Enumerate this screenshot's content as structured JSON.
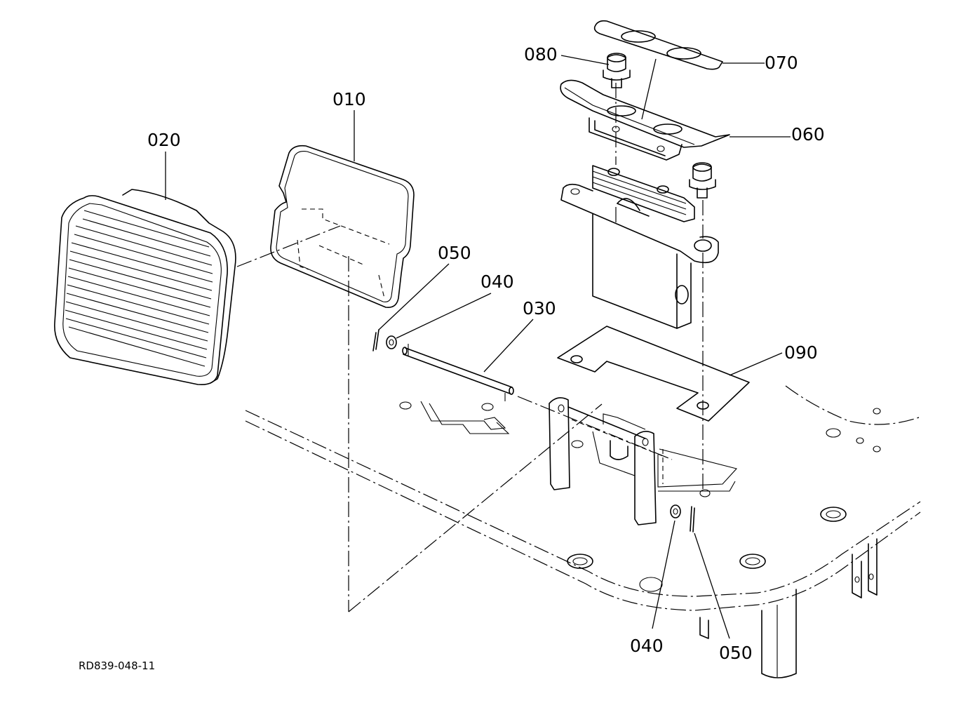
{
  "drawing_code": "RD839-048-11",
  "labels": {
    "p010": "010",
    "p020": "020",
    "p030": "030",
    "p040a": "040",
    "p040b": "040",
    "p050a": "050",
    "p050b": "050",
    "p060": "060",
    "p070": "070",
    "p080": "080",
    "p090": "090"
  },
  "colors": {
    "line": "#000000",
    "background": "#ffffff"
  }
}
